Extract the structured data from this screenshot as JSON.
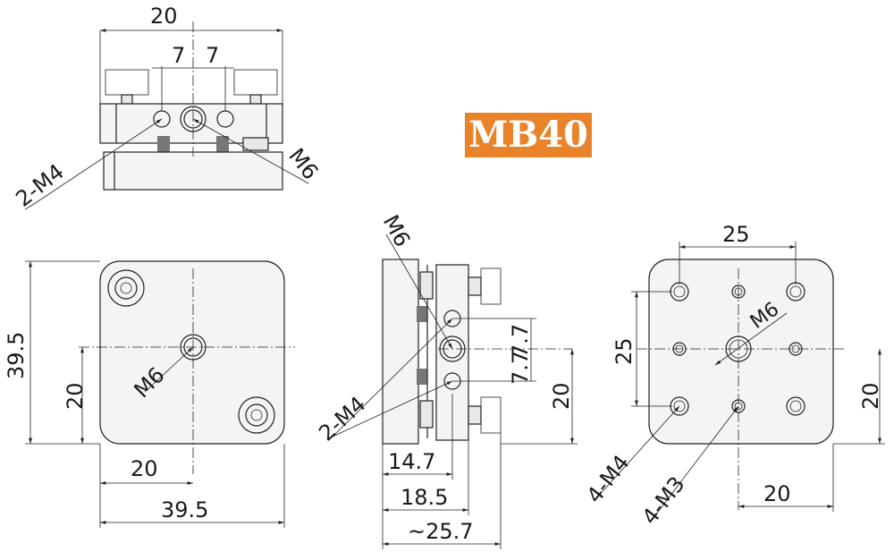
{
  "title": "MB40",
  "colors": {
    "badge_bg": "#e8832a",
    "badge_text": "#ffffff",
    "line": "#222222"
  },
  "top_view": {
    "dim_width": "20",
    "dim_left": "7",
    "dim_right": "7",
    "label_holes": "2-M4",
    "label_center": "M6"
  },
  "front_view": {
    "dim_height": "39.5",
    "dim_inner_height": "20",
    "dim_inner_width": "20",
    "dim_width": "39.5",
    "label_center": "M6"
  },
  "side_view": {
    "label_top": "M6",
    "label_holes": "2-M4",
    "dim_upper": "7.7",
    "dim_lower": "7.7",
    "dim_right": "20",
    "dim_147": "14.7",
    "dim_185": "18.5",
    "dim_257": "~25.7"
  },
  "back_view": {
    "dim_top": "25",
    "dim_left": "25",
    "dim_right": "20",
    "dim_bottom": "20",
    "label_center": "M6",
    "label_m4": "4-M4",
    "label_m3": "4-M3"
  }
}
